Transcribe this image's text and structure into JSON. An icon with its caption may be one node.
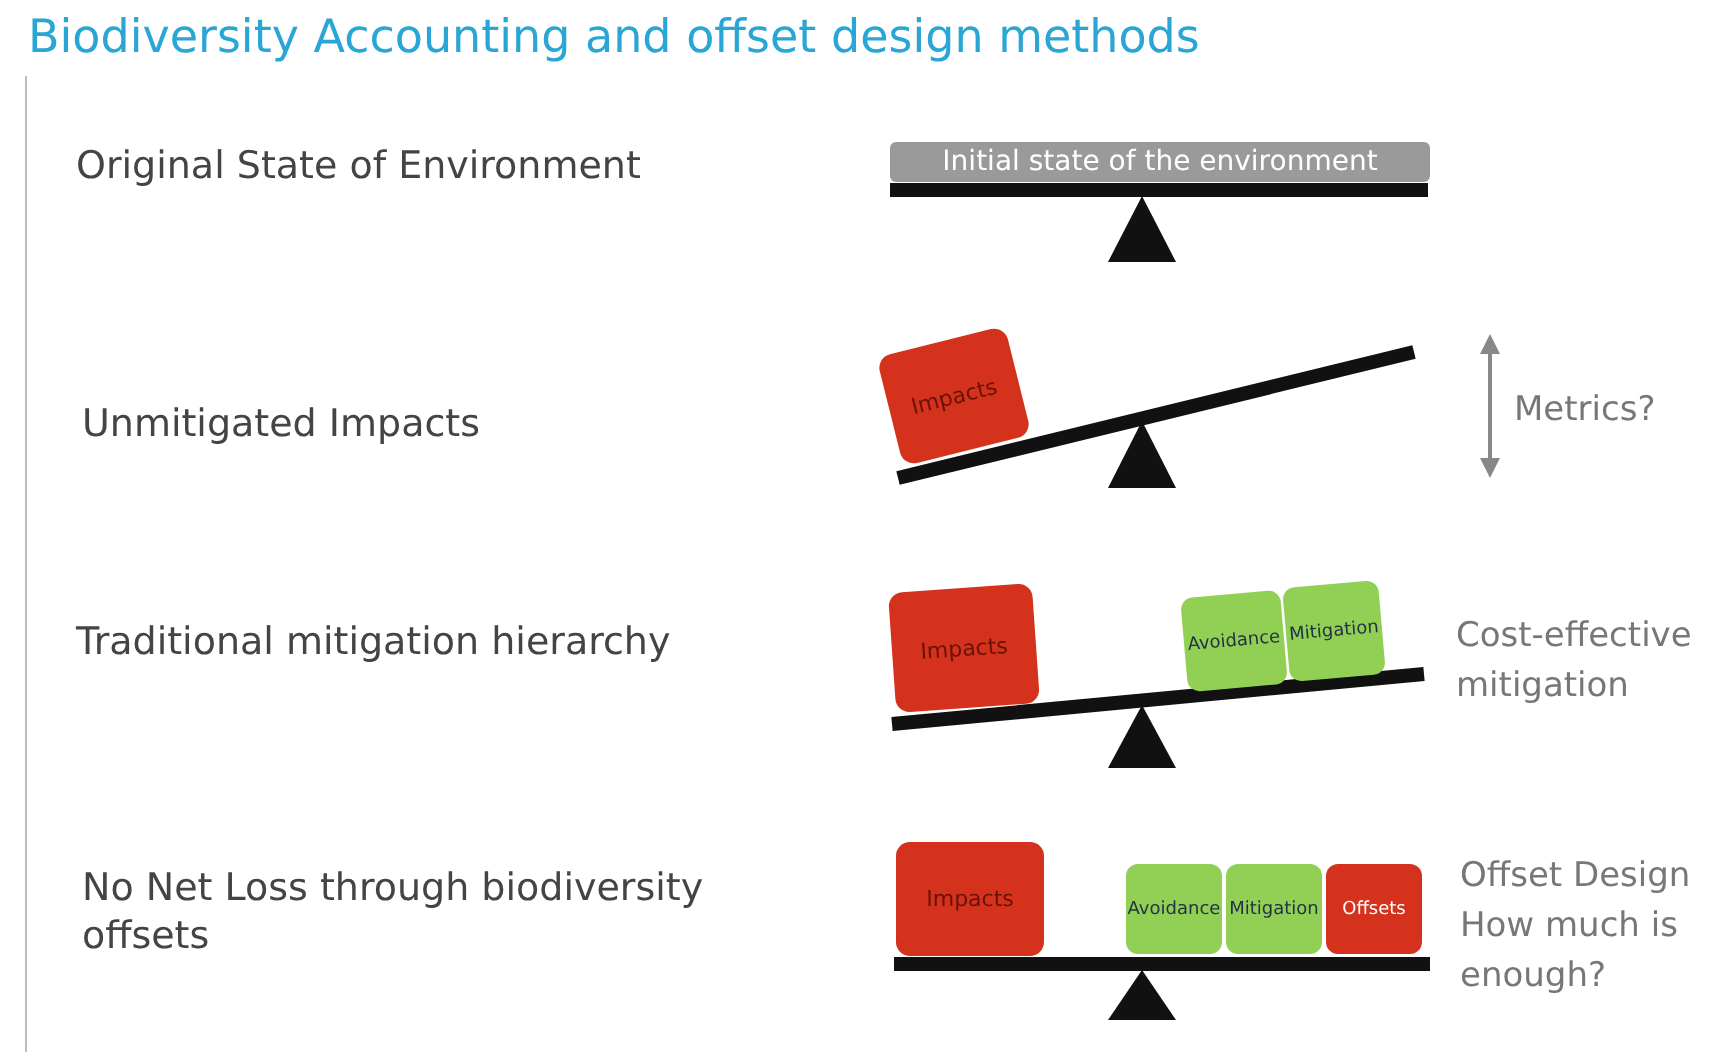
{
  "diagram": {
    "title": "Biodiversity Accounting and offset design methods",
    "nodes": [
      {
        "text": [
          "Initial state of the environment"
        ]
      },
      {
        "text": [
          "Impacts"
        ]
      },
      {
        "text": [
          "Impacts"
        ]
      },
      {
        "text": [
          "Avoidance"
        ]
      },
      {
        "text": [
          "Mitigation"
        ]
      },
      {
        "text": [
          "Impacts"
        ]
      },
      {
        "text": [
          "Avoidance"
        ]
      },
      {
        "text": [
          "Mitigation"
        ]
      },
      {
        "text": [
          "Offsets"
        ]
      }
    ],
    "labels": [
      "Original State of Environment",
      "Unmitigated Impacts",
      "Metrics?",
      "Traditional mitigation hierarchy",
      "Cost-effective mitigation",
      "No Net Loss through biodiversity offsets",
      "Offset Design How much is enough?"
    ]
  }
}
